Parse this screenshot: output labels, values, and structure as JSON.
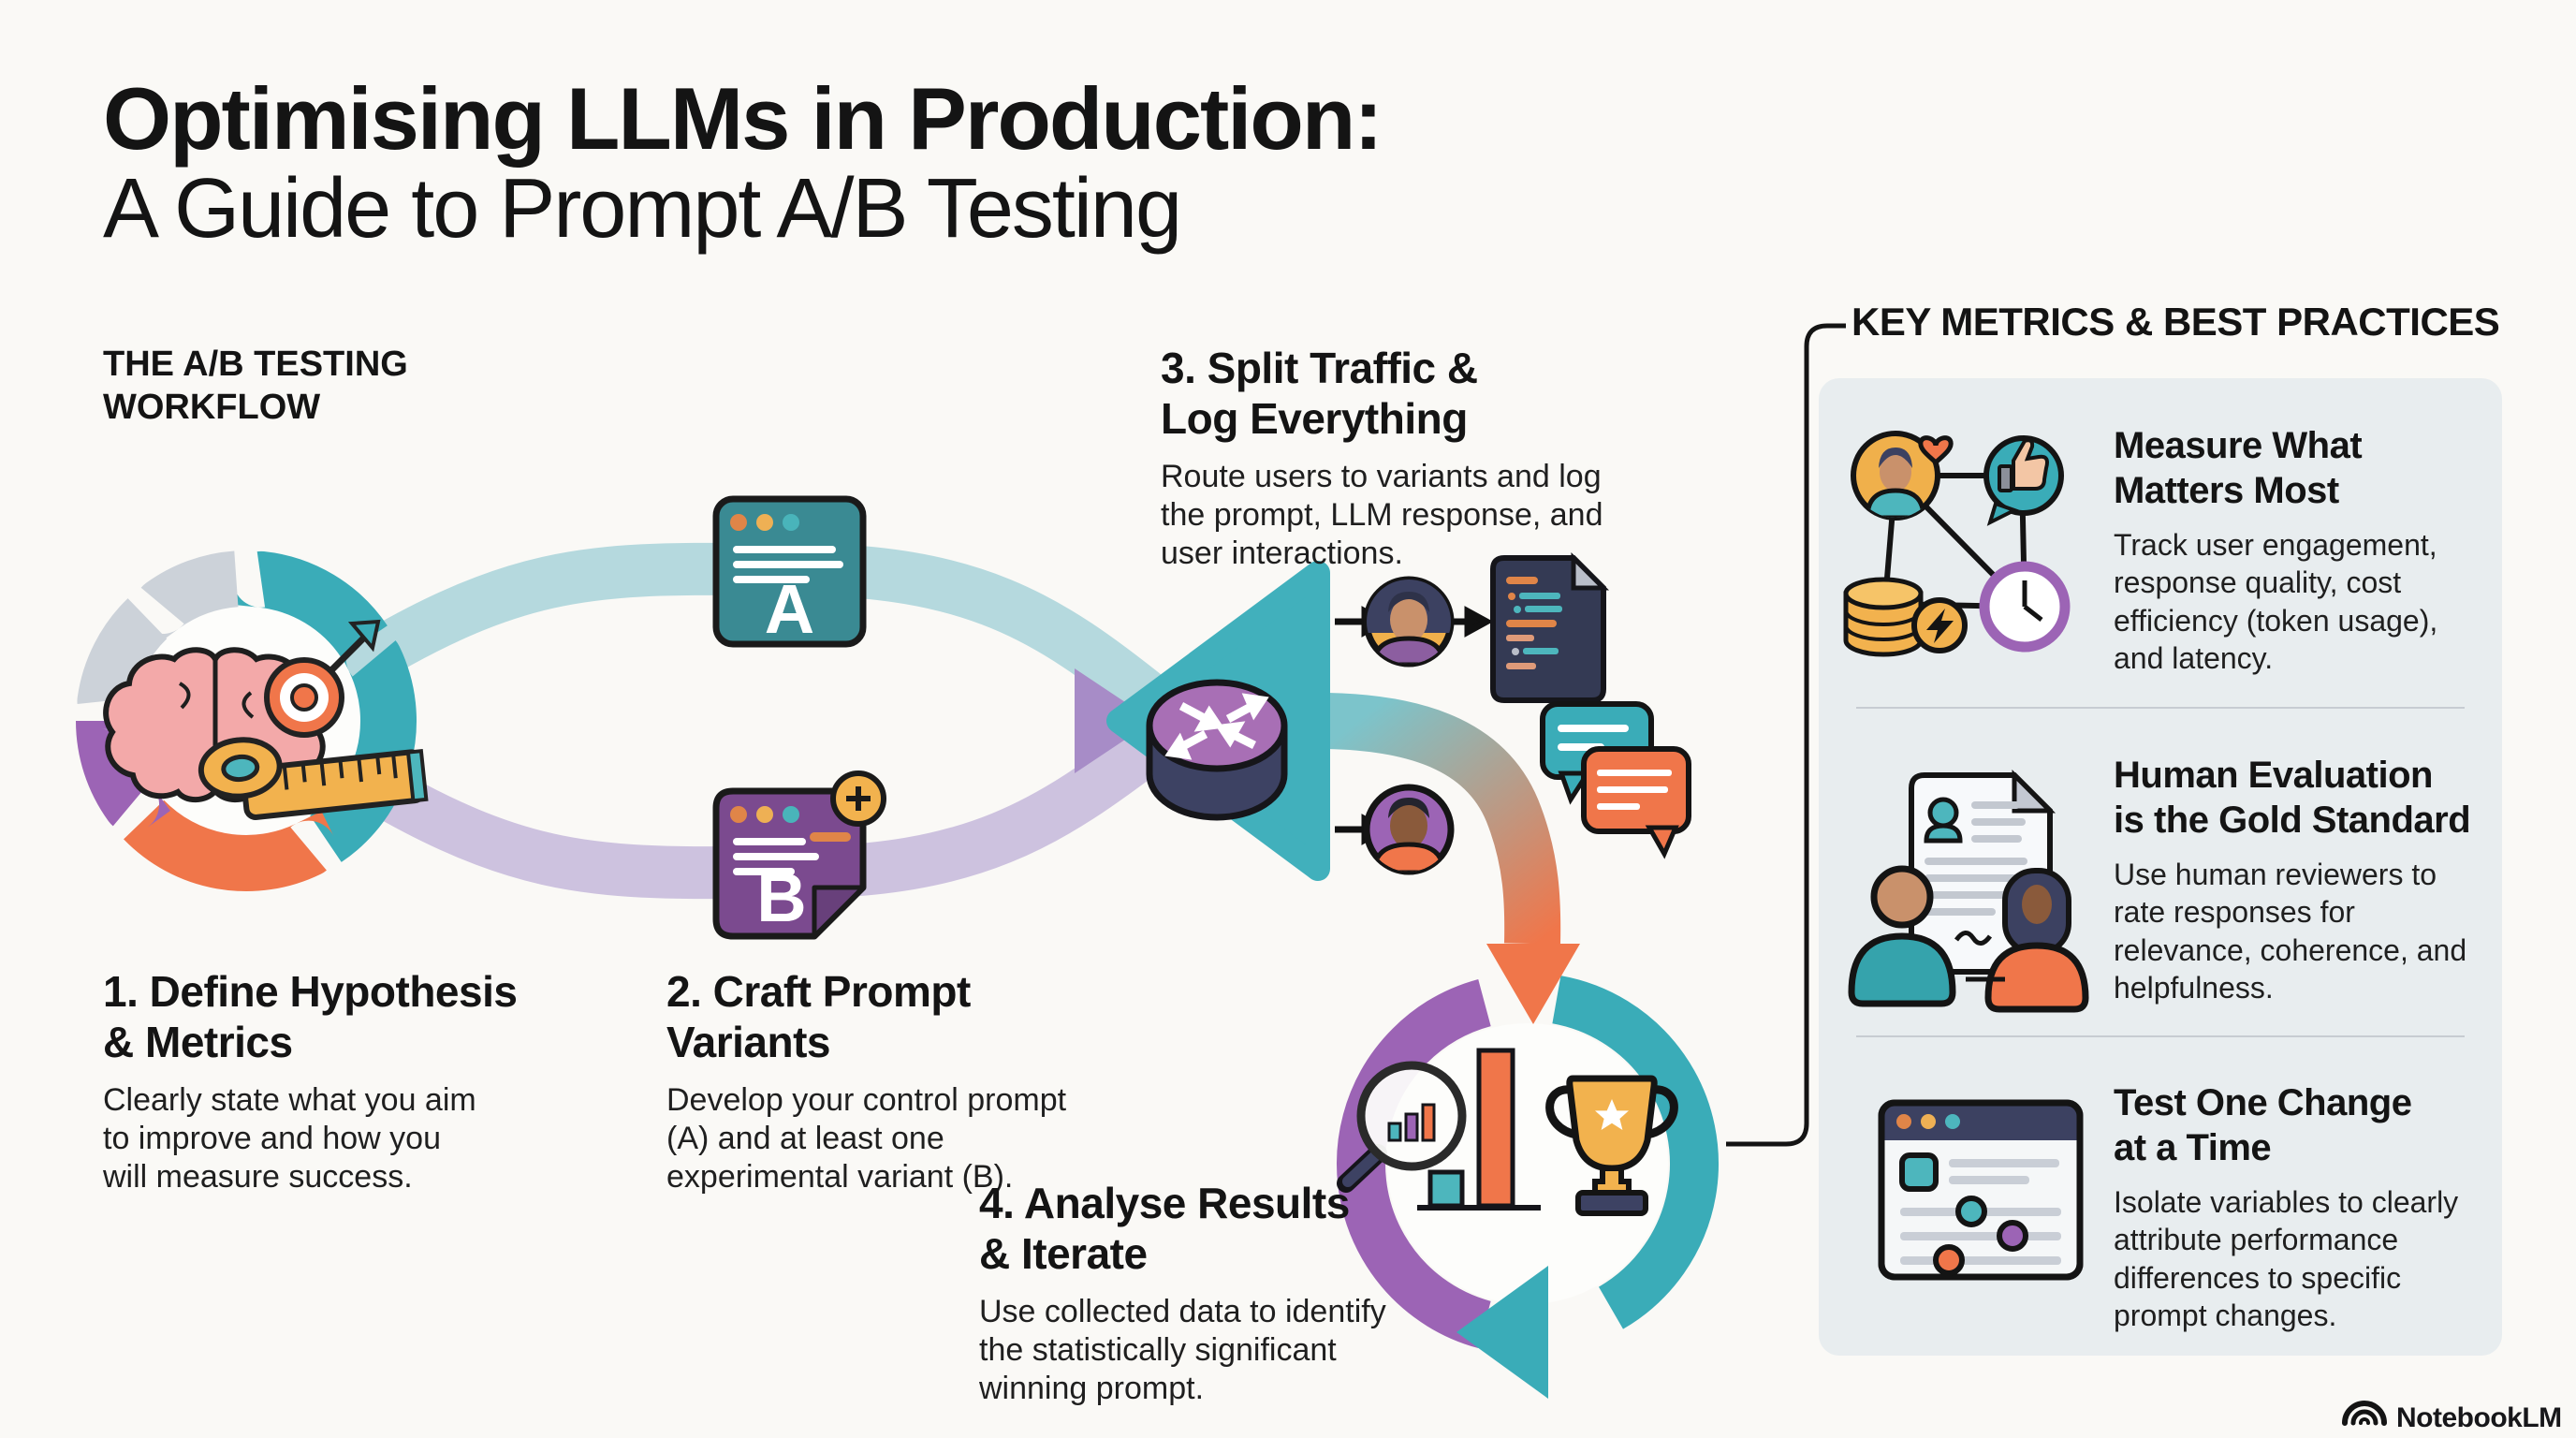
{
  "header": {
    "title_line1": "Optimising LLMs in Production:",
    "title_line2": "A Guide to Prompt A/B Testing"
  },
  "workflow": {
    "section_label": "THE A/B TESTING\nWORKFLOW",
    "variant_a_label": "A",
    "variant_b_label": "B",
    "steps": [
      {
        "heading": "1. Define Hypothesis\n& Metrics",
        "body": "Clearly state what you aim\nto improve and how you\nwill measure success."
      },
      {
        "heading": "2. Craft Prompt\nVariants",
        "body": "Develop your control prompt\n(A) and at least one\nexperimental variant (B)."
      },
      {
        "heading": "3. Split Traffic &\nLog Everything",
        "body": "Route users to variants and log\nthe prompt, LLM response, and\nuser interactions."
      },
      {
        "heading": "4. Analyse Results\n& Iterate",
        "body": "Use collected data to identify\nthe statistically significant\nwinning prompt."
      }
    ]
  },
  "sidebar": {
    "title": "KEY METRICS & BEST PRACTICES",
    "cards": [
      {
        "icon": "metrics-network-icon",
        "heading": "Measure What\nMatters Most",
        "body": "Track user engagement,\nresponse quality, cost\nefficiency (token usage),\nand latency."
      },
      {
        "icon": "human-review-icon",
        "heading": "Human Evaluation\nis the Gold Standard",
        "body": "Use human reviewers to\nrate responses for\nrelevance, coherence, and\nhelpfulness."
      },
      {
        "icon": "sliders-window-icon",
        "heading": "Test One Change\nat a Time",
        "body": "Isolate variables to clearly\nattribute performance\ndifferences to specific\nprompt changes."
      }
    ]
  },
  "footer": {
    "brand": "NotebookLM"
  },
  "colors": {
    "teal": "#3aacb8",
    "orange": "#f0764a",
    "purple": "#9c64b5",
    "gold": "#f2b24e",
    "navy": "#3c4161",
    "gray_segment": "#ccd2d9",
    "panel_bg": "#e8edef",
    "background": "#faf9f6"
  }
}
